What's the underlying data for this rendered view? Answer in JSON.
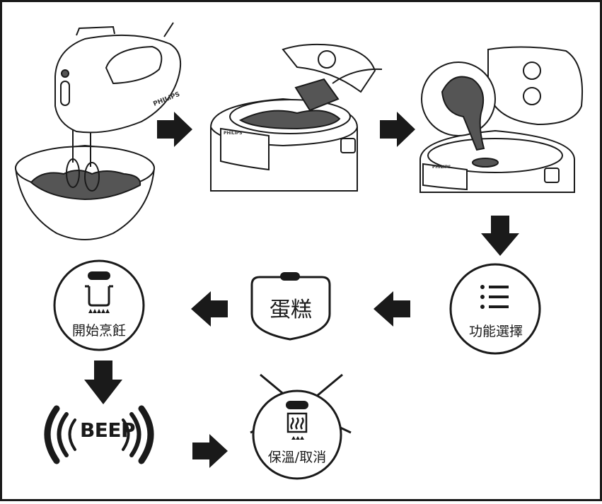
{
  "labels": {
    "brand": "PHILIPS",
    "brand_cooker": "PHILIPS",
    "brand_cooker2": "PHILIPS",
    "menu": "功能選擇",
    "cake": "蛋糕",
    "start_cooking": "開始烹飪",
    "beep": "BEEP",
    "keep_warm_cancel": "保溫/取消"
  },
  "colors": {
    "stroke": "#1a1a1a",
    "batter": "#555555",
    "background": "#ffffff"
  },
  "icons": [
    "arrow-right-icon",
    "arrow-down-icon",
    "arrow-left-icon",
    "menu-list-icon",
    "pot-heat-icon",
    "steam-icon",
    "sound-wave-icon"
  ]
}
